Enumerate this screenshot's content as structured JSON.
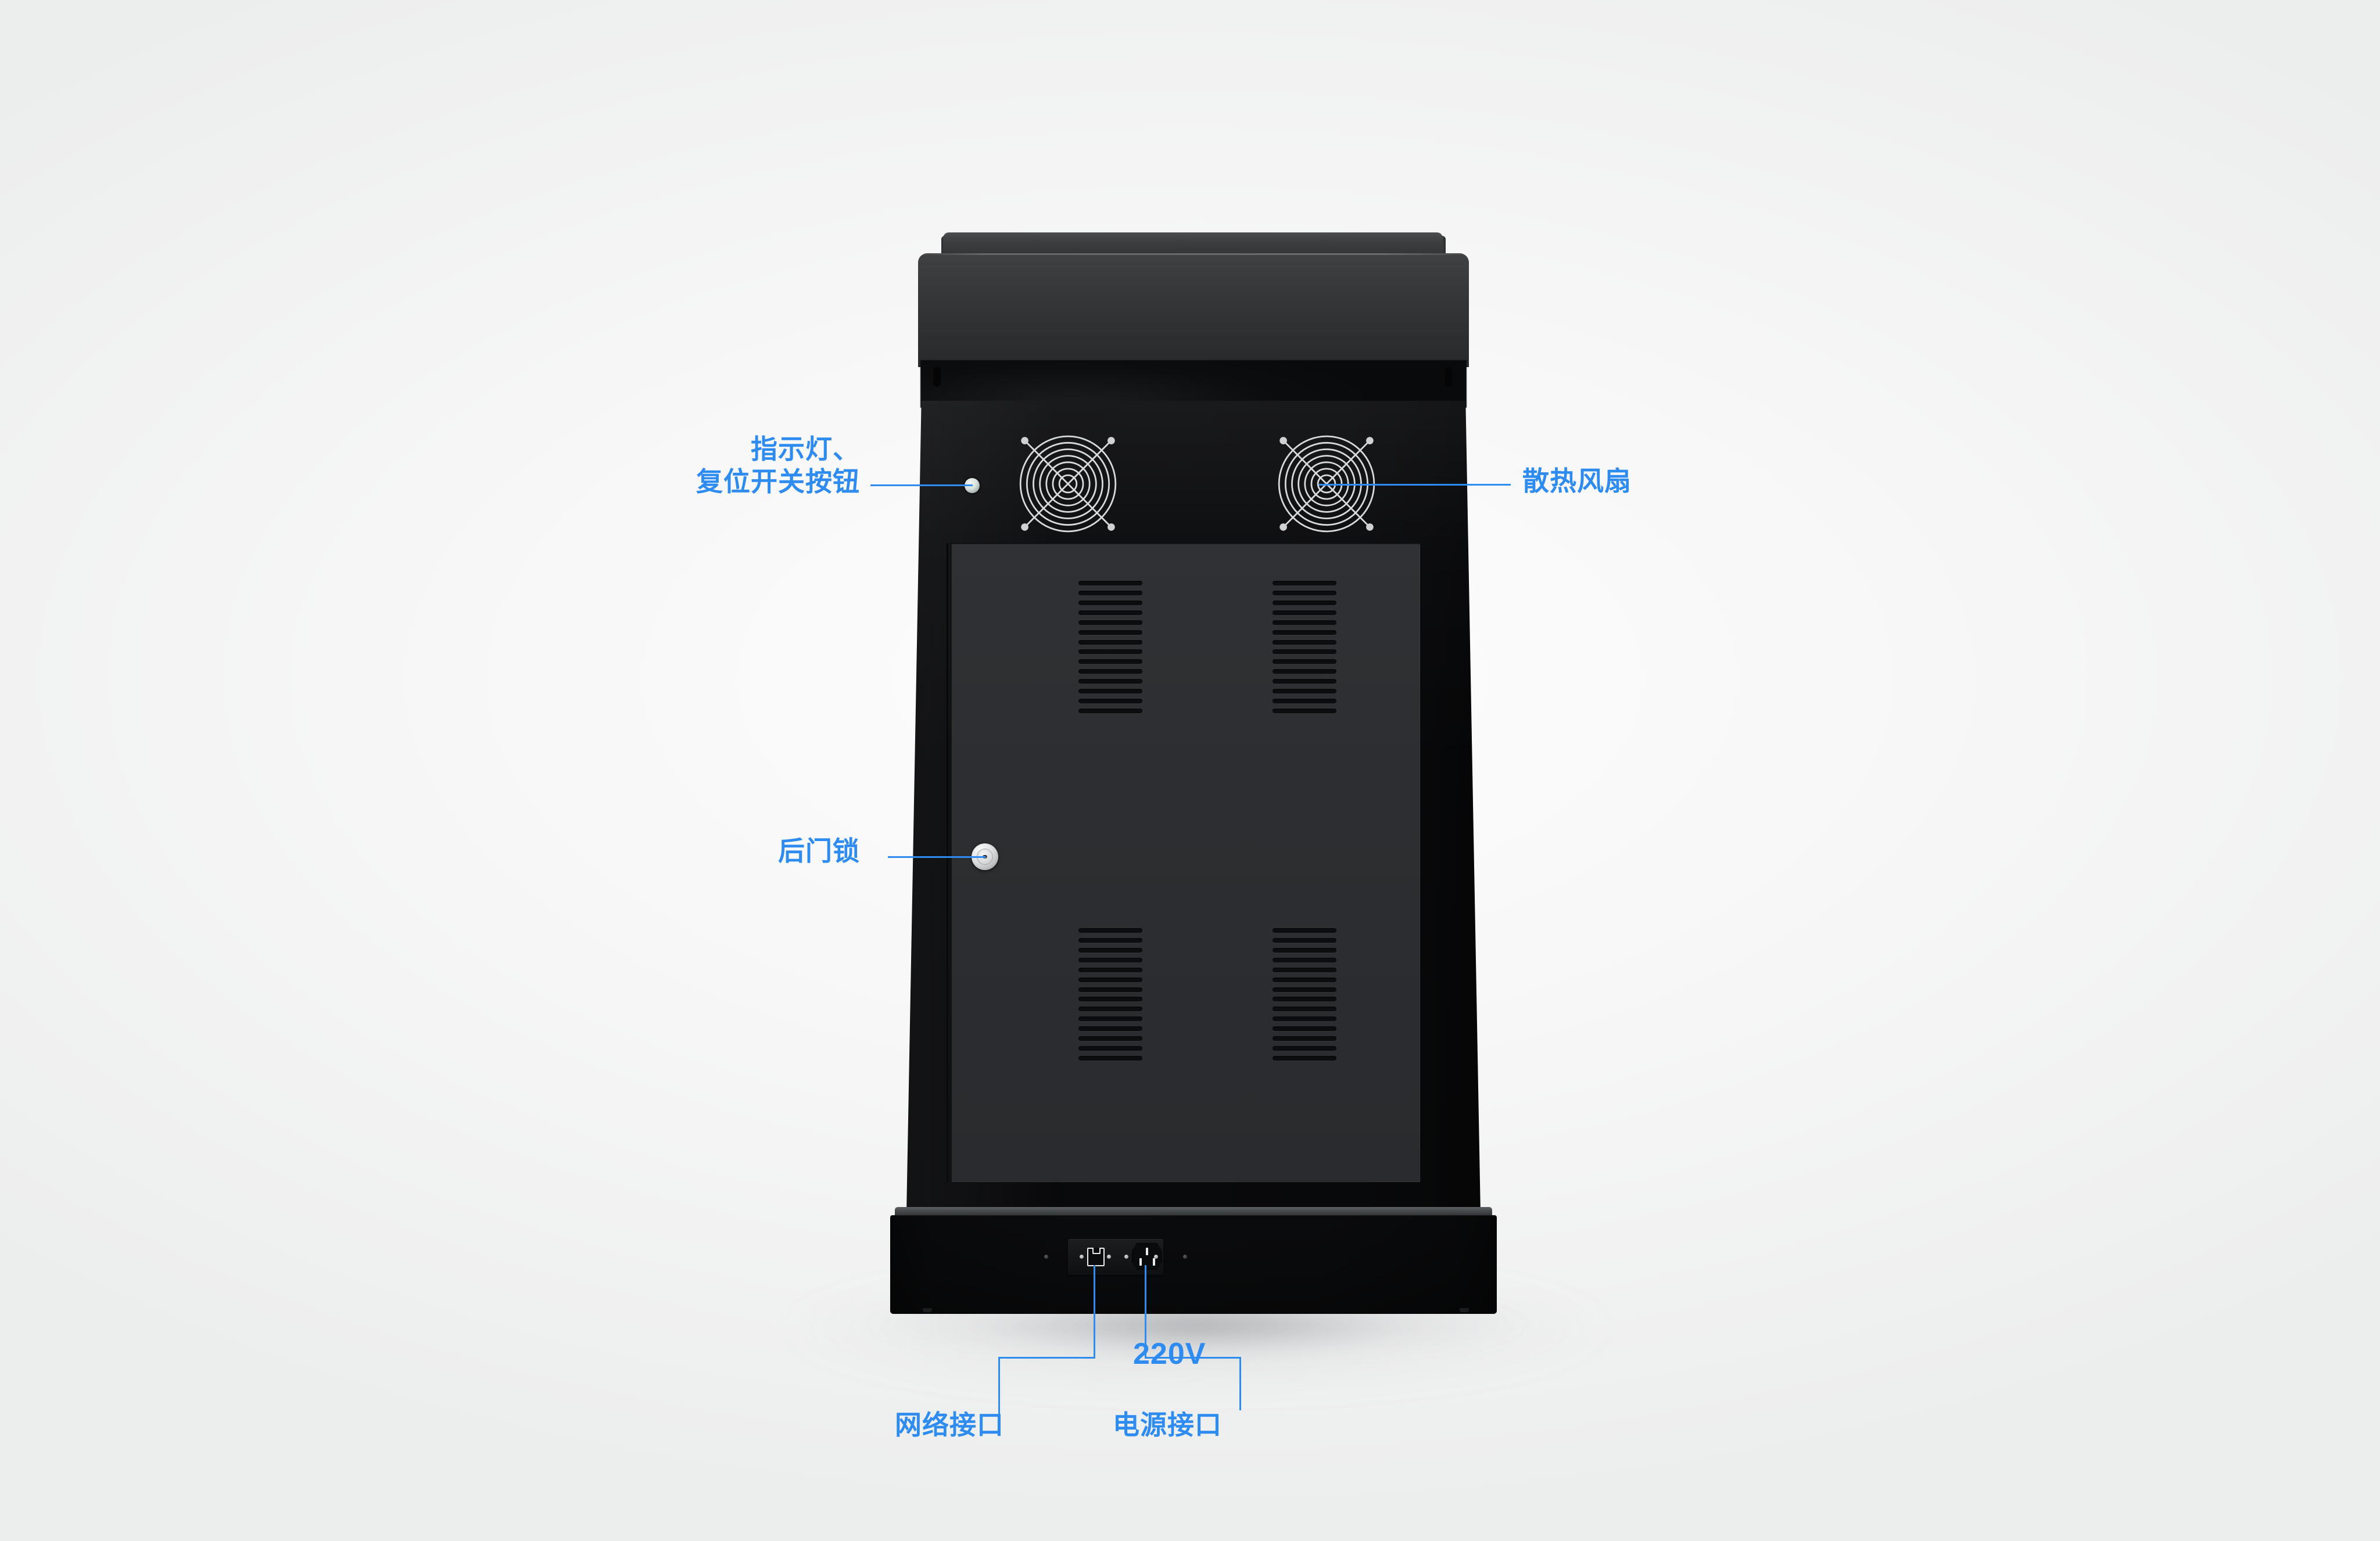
{
  "scene": {
    "subject": "rear view of a floor-standing kiosk / equipment cabinet",
    "background_color": "#f3f4f5",
    "body_color": "#303236",
    "annotation_color": "#2e8bf0"
  },
  "annotations": [
    {
      "id": "indicator-reset",
      "label": "指示灯、\n复位开关按钮",
      "target": "indicator-reset-button",
      "side": "left"
    },
    {
      "id": "cooling-fan",
      "label": "散热风扇",
      "target": "cooling-fan-right",
      "side": "right"
    },
    {
      "id": "rear-door-lock",
      "label": "后门锁",
      "target": "door-lock",
      "side": "left"
    },
    {
      "id": "network-port",
      "label": "网络接口",
      "target": "rj45-jack",
      "side": "bottom"
    },
    {
      "id": "power-port",
      "label": "电源接口",
      "target": "iec-power-inlet",
      "side": "bottom"
    },
    {
      "id": "voltage",
      "label": "220V",
      "target": "iec-power-inlet",
      "side": "bottom"
    }
  ],
  "parts": {
    "top_cap": "top cap rail",
    "head_panel": "upper head housing",
    "head_recess": "recessed shadow band",
    "cabinet_body": "main cabinet body",
    "rear_door": "recessed rear access door",
    "vent_blocks": 4,
    "vent_slots_per_block": 14,
    "fans": 2,
    "fan_guard_rings": 7,
    "base_plinth": "base plinth",
    "io_plate": "connector plate",
    "connectors": [
      "RJ45 network jack",
      "IEC C14 power inlet"
    ]
  }
}
